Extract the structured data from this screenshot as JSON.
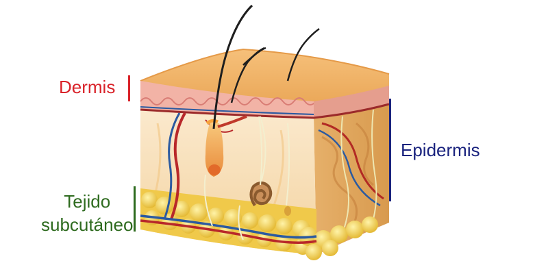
{
  "labels": {
    "dermis": "Dermis",
    "epidermis": "Epidermis",
    "subcutaneous_line1": "Tejido",
    "subcutaneous_line2": "subcutáneo"
  },
  "colors": {
    "dermis_label": "#d9232a",
    "epidermis_label": "#1a237e",
    "subcutaneous_label": "#2e6b1f",
    "skin_surface": "#f0b46a",
    "epidermis_pink": "#f2b3a6",
    "dermis_tissue": "#f7dfb5",
    "fat_yellow": "#f2d14a",
    "artery_red": "#b8282a",
    "vein_blue": "#2b5aa0",
    "hair": "#1e1e1e"
  }
}
